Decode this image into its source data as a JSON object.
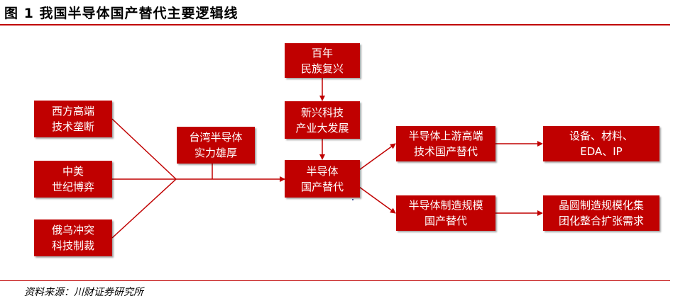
{
  "header": {
    "title": "图 1  我国半导体国产替代主要逻辑线"
  },
  "diagram": {
    "boxes": {
      "western_ban": "西方高端\n技术垄断",
      "sino_us": "中美\n世纪博弈",
      "russia_ukraine": "俄乌冲突\n科技制裁",
      "taiwan": "台湾半导体\n实力雄厚",
      "centennial": "百年\n民族复兴",
      "emerging_tech": "新兴科技\n产业大发展",
      "semiconductor": "半导体\n国产替代",
      "upstream": "半导体上游高端\n技术国产替代",
      "manufacturing": "半导体制造规模\n国产替代",
      "equipment": "设备、材料、\nEDA、IP",
      "wafer": "晶圆制造规模化集\n团化整合扩张需求"
    },
    "colors": {
      "box_fill": "#c00000",
      "box_text": "#ffffff",
      "line": "#c00000"
    }
  },
  "footer": {
    "source": "资料来源：川财证券研究所"
  }
}
